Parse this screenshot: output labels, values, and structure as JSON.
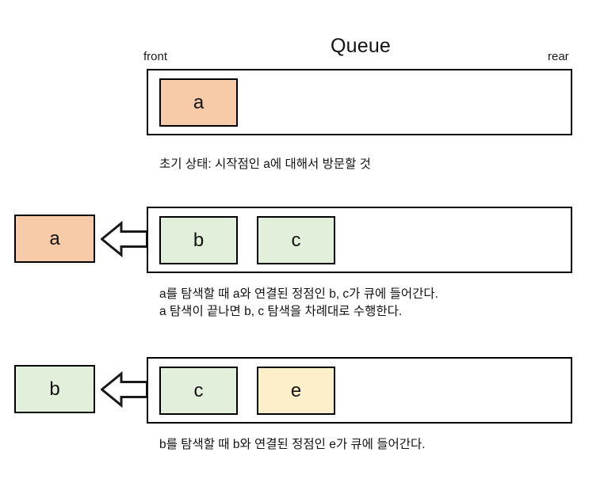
{
  "diagram": {
    "title": "Queue",
    "type": "bfs-queue-walkthrough",
    "labels": {
      "front": "front",
      "rear": "rear"
    },
    "colors": {
      "peach": "#f7cba8",
      "green": "#e2efda",
      "yellow": "#fdefc9",
      "stroke": "#000000",
      "background": "#ffffff"
    },
    "steps": [
      {
        "id": "step-1",
        "queue_cells": [
          {
            "label": "a",
            "color": "peach"
          }
        ],
        "dequeued": null,
        "arrow": false,
        "caption": "초기 상태: 시작점인 a에 대해서 방문할 것"
      },
      {
        "id": "step-2",
        "queue_cells": [
          {
            "label": "b",
            "color": "green"
          },
          {
            "label": "c",
            "color": "green"
          }
        ],
        "dequeued": {
          "label": "a",
          "color": "peach"
        },
        "arrow": true,
        "arrow_icon": "left-block-arrow-icon",
        "caption": "a를 탐색할 때 a와 연결된 정점인 b, c가 큐에 들어간다.\na 탐색이 끝나면 b, c 탐색을 차례대로 수행한다."
      },
      {
        "id": "step-3",
        "queue_cells": [
          {
            "label": "c",
            "color": "green"
          },
          {
            "label": "e",
            "color": "yellow"
          }
        ],
        "dequeued": {
          "label": "b",
          "color": "green"
        },
        "arrow": true,
        "arrow_icon": "left-block-arrow-icon",
        "caption": "b를 탐색할 때 b와 연결된 정점인 e가 큐에 들어간다."
      }
    ]
  }
}
